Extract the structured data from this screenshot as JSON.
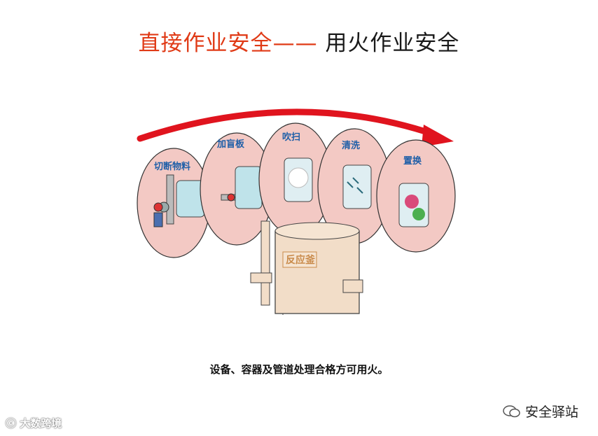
{
  "title": {
    "part1": "直接作业安全",
    "dash": "——",
    "part2": "用火作业安全"
  },
  "steps": [
    {
      "label": "切断物料"
    },
    {
      "label": "加盲板"
    },
    {
      "label": "吹扫"
    },
    {
      "label": "清洗"
    },
    {
      "label": "置换"
    }
  ],
  "tank_label": "反应釜",
  "caption": "设备、容器及管道处理合格方可用火。",
  "watermark_left": "大数跨境",
  "watermark_right": "安全驿站",
  "colors": {
    "title_red": "#e03a16",
    "arrow_red": "#e0141e",
    "bubble_fill": "#f3c9c4",
    "tank_fill": "#f2ddc8",
    "label_blue": "#1f5fa8"
  }
}
